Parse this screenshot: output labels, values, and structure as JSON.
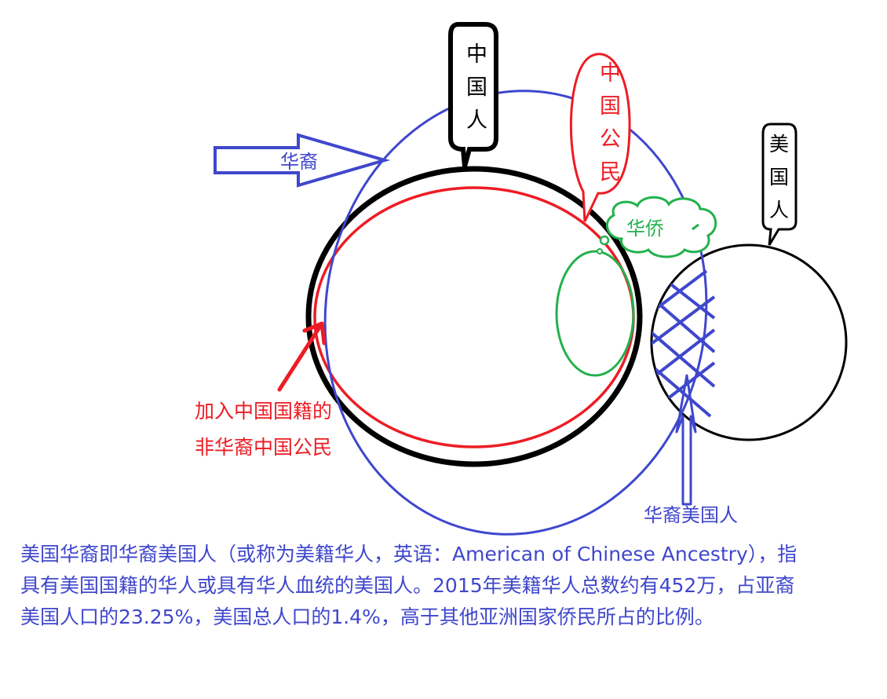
{
  "labels": {
    "chinese_people": [
      "中",
      "国",
      "人"
    ],
    "chinese_citizens": [
      "中",
      "国",
      "公",
      "民"
    ],
    "americans": [
      "美",
      "国",
      "人"
    ],
    "overseas_chinese": "华侨",
    "ethnic_chinese": "华裔",
    "naturalized_line1": "加入中国国籍的",
    "naturalized_line2": "非华裔中国公民",
    "chinese_americans": "华裔美国人"
  },
  "caption": {
    "line1": "美国华裔即华裔美国人（或称为美籍华人，英语：American of Chinese Ancestry），指",
    "line2": "具有美国国籍的华人或具有华人血统的美国人。2015年美籍华人总数约有452万，占亚裔",
    "line3": "美国人口的23.25%，美国总人口的1.4%，高于其他亚洲国家侨民所占的比例。"
  },
  "colors": {
    "blue": "#3f47cc",
    "red": "#ed1c24",
    "green": "#22b14c",
    "black": "#000000"
  }
}
